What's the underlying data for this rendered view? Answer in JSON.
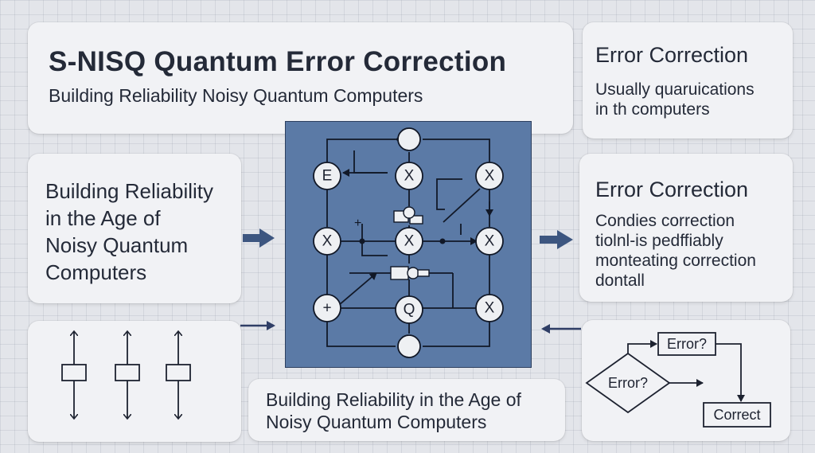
{
  "header": {
    "title": "S-NISQ Quantum Error Correction",
    "subtitle": "Building Reliability Noisy Quantum Computers"
  },
  "top_right": {
    "heading": "Error Correction",
    "lines": [
      "Usually quaruications",
      "in th computers"
    ]
  },
  "left": {
    "lines": [
      "Building Reliability",
      "in the Age of",
      "Noisy Quantum",
      "Computers"
    ]
  },
  "mid_right": {
    "heading": "Error Correction",
    "lines": [
      "Condies correction",
      "tiolnl-is pedffiably",
      "monteating correction",
      "dontall"
    ]
  },
  "bottom_center": {
    "lines": [
      "Building Reliability in the Age of",
      "Noisy Quantum Computers"
    ]
  },
  "flowchart": {
    "decision": "Error?",
    "check": "Error?",
    "result": "Correct"
  },
  "circuit": {
    "nodes": {
      "top": "",
      "e": "E",
      "x_tc": "X",
      "x_tr": "X",
      "x_ml": "X",
      "x_mc": "X",
      "x_mr": "X",
      "plus_bl": "+",
      "q": "Q",
      "x_br": "X",
      "bottom": ""
    },
    "plus_mark": "+",
    "colors": {
      "panel": "#5b7aa6",
      "node_fill": "#eef0f3",
      "line": "#111827"
    }
  }
}
